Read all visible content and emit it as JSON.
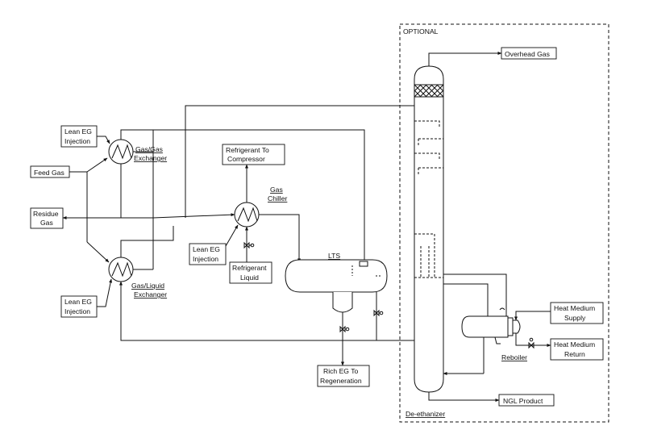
{
  "labels": {
    "optional": "OPTIONAL",
    "overhead_gas": "Overhead Gas",
    "lean_eg_injection_top_1": "Lean EG",
    "lean_eg_injection_top_2": "Injection",
    "gas_gas_exchanger_1": "Gas/Gas",
    "gas_gas_exchanger_2": "Exchanger",
    "refrigerant_to_compressor_1": "Refrigerant To",
    "refrigerant_to_compressor_2": "Compressor",
    "feed_gas": "Feed Gas",
    "gas_chiller_1": "Gas",
    "gas_chiller_2": "Chiller",
    "residue_gas_1": "Residue",
    "residue_gas_2": "Gas",
    "lean_eg_injection_mid_1": "Lean EG",
    "lean_eg_injection_mid_2": "Injection",
    "refrigerant_liquid_1": "Refrigerant",
    "refrigerant_liquid_2": "Liquid",
    "lts": "LTS",
    "gas_liquid_exchanger_1": "Gas/Liquid",
    "gas_liquid_exchanger_2": "Exchanger",
    "lean_eg_injection_bottom_1": "Lean EG",
    "lean_eg_injection_bottom_2": "Injection",
    "heat_medium_supply_1": "Heat Medium",
    "heat_medium_supply_2": "Supply",
    "heat_medium_return_1": "Heat Medium",
    "heat_medium_return_2": "Return",
    "reboiler": "Reboiler",
    "rich_eg_1": "Rich EG To",
    "rich_eg_2": "Regeneration",
    "ngl_product": "NGL  Product",
    "de_ethanizer": "De-ethanizer"
  }
}
